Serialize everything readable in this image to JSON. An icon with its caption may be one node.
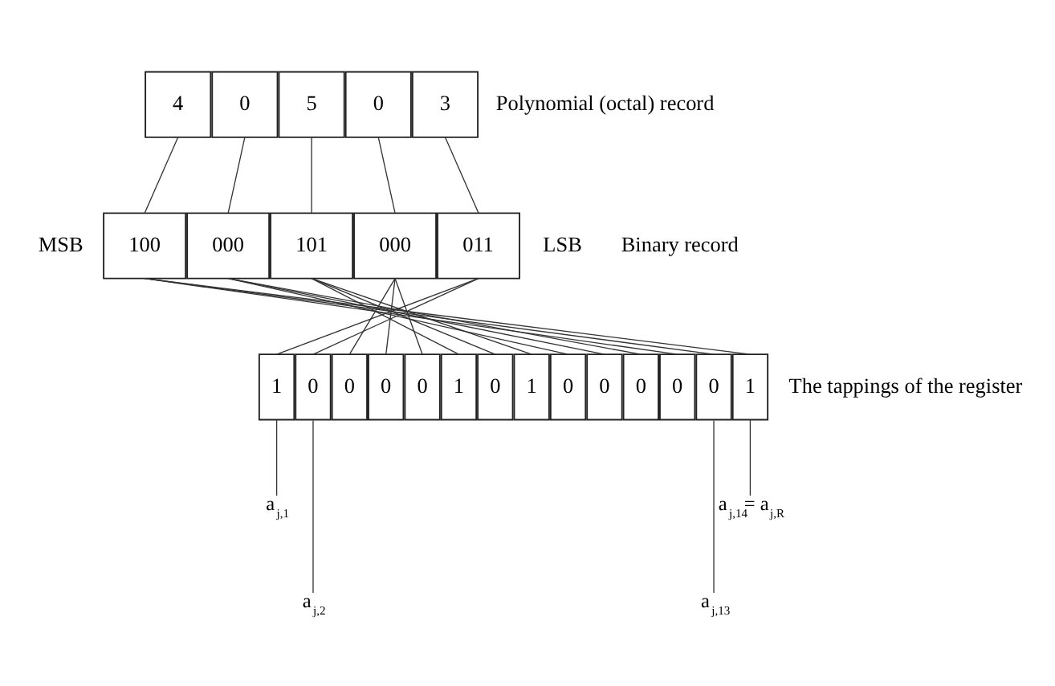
{
  "diagram": {
    "nodes": [
      {
        "text": [
          "4"
        ]
      },
      {
        "text": [
          "0"
        ]
      },
      {
        "text": [
          "5"
        ]
      },
      {
        "text": [
          "0"
        ]
      },
      {
        "text": [
          "3"
        ]
      },
      {
        "text": [
          "100"
        ]
      },
      {
        "text": [
          "000"
        ]
      },
      {
        "text": [
          "101"
        ]
      },
      {
        "text": [
          "000"
        ]
      },
      {
        "text": [
          "011"
        ]
      },
      {
        "text": [
          "1"
        ]
      },
      {
        "text": [
          "0"
        ]
      },
      {
        "text": [
          "0"
        ]
      },
      {
        "text": [
          "0"
        ]
      },
      {
        "text": [
          "0"
        ]
      },
      {
        "text": [
          "1"
        ]
      },
      {
        "text": [
          "0"
        ]
      },
      {
        "text": [
          "1"
        ]
      },
      {
        "text": [
          "0"
        ]
      },
      {
        "text": [
          "0"
        ]
      },
      {
        "text": [
          "0"
        ]
      },
      {
        "text": [
          "0"
        ]
      },
      {
        "text": [
          "0"
        ]
      },
      {
        "text": [
          "1"
        ]
      },
      {
        "text": [
          "a$_{j,1}$"
        ]
      },
      {
        "text": [
          "a$_{j,2}$"
        ]
      },
      {
        "text": [
          "a$_{j,13}$"
        ]
      },
      {
        "text": [
          "a$_{j,14}$= a$_{j,R}$"
        ]
      }
    ],
    "edges": [
      {
        "from": 0,
        "to": 5,
        "arrow": "none"
      },
      {
        "from": 1,
        "to": 6,
        "arrow": "none"
      },
      {
        "from": 2,
        "to": 7,
        "arrow": "none"
      },
      {
        "from": 3,
        "to": 8,
        "arrow": "none"
      },
      {
        "from": 4,
        "to": 9,
        "arrow": "none"
      },
      {
        "from": 5,
        "to": 23,
        "arrow": "none"
      },
      {
        "from": 5,
        "to": 22,
        "arrow": "none"
      },
      {
        "from": 5,
        "to": 21,
        "arrow": "none"
      },
      {
        "from": 6,
        "to": 20,
        "arrow": "none"
      },
      {
        "from": 6,
        "to": 19,
        "arrow": "none"
      },
      {
        "from": 6,
        "to": 18,
        "arrow": "none"
      },
      {
        "from": 7,
        "to": 17,
        "arrow": "none"
      },
      {
        "from": 7,
        "to": 16,
        "arrow": "none"
      },
      {
        "from": 7,
        "to": 15,
        "arrow": "none"
      },
      {
        "from": 8,
        "to": 14,
        "arrow": "none"
      },
      {
        "from": 8,
        "to": 13,
        "arrow": "none"
      },
      {
        "from": 8,
        "to": 12,
        "arrow": "none"
      },
      {
        "from": 9,
        "to": 11,
        "arrow": "none"
      },
      {
        "from": 9,
        "to": 10,
        "arrow": "none"
      },
      {
        "from": 10,
        "to": 24,
        "arrow": "none"
      },
      {
        "from": 11,
        "to": 25,
        "arrow": "none"
      },
      {
        "from": 22,
        "to": 26,
        "arrow": "none"
      },
      {
        "from": 23,
        "to": 27,
        "arrow": "none"
      }
    ],
    "labels": [
      "Polynomial (octal) record",
      "MSB",
      "LSB",
      "Binary record",
      "The tappings of the register"
    ]
  }
}
